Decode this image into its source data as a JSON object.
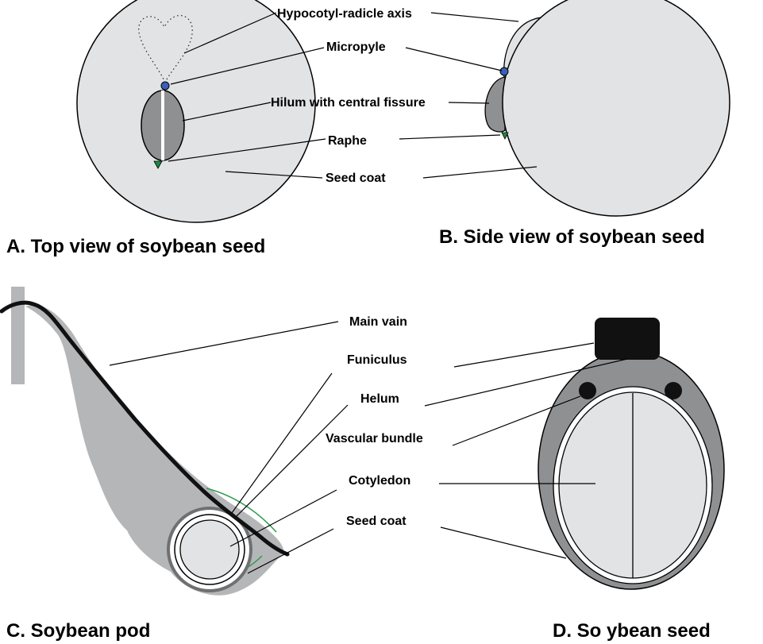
{
  "panel_a": {
    "caption": "A.  Top view of soybean seed"
  },
  "panel_b": {
    "caption": "B.  Side view of soybean seed"
  },
  "panel_ab_labels": {
    "hypocotyl": "Hypocotyl-radicle axis",
    "micropyle": "Micropyle",
    "hilum": "Hilum with central fissure",
    "raphe": "Raphe",
    "seed_coat": "Seed coat"
  },
  "panel_c": {
    "caption": "C.  Soybean pod"
  },
  "panel_d": {
    "caption": "D.  So ybean seed"
  },
  "panel_cd_labels": {
    "main_vain": "Main vain",
    "funiculus": "Funiculus",
    "helum": "Helum",
    "vascular_bundle": "Vascular bundle",
    "cotyledon": "Cotyledon",
    "seed_coat": "Seed coat"
  },
  "colors": {
    "seed_fill": "#e2e3e5",
    "hilum_fill": "#8f9092",
    "pod_fill": "#b5b6b8",
    "micropyle": "#3b5fb8",
    "raphe": "#1f8a3a",
    "vein": "#111111"
  }
}
